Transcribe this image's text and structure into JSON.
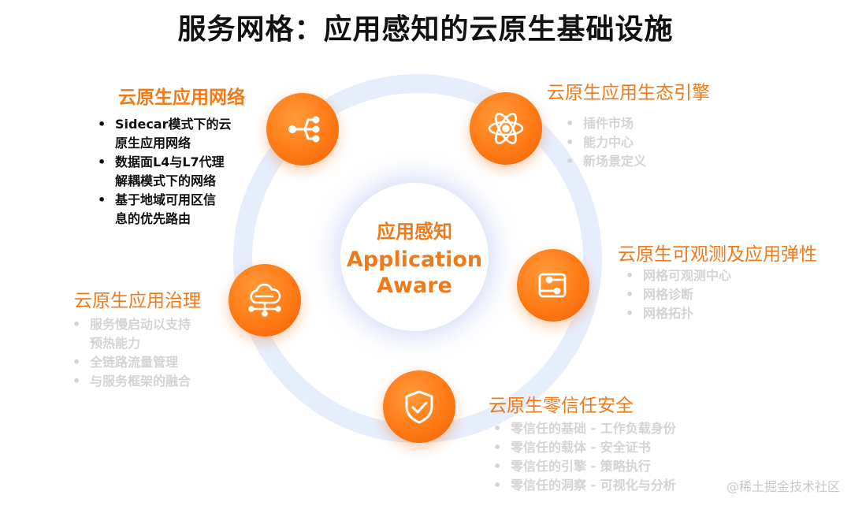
{
  "title": "服务网格：应用感知的云原生基础设施",
  "center": {
    "cn": "应用感知",
    "en_line1": "Application",
    "en_line2": "Aware"
  },
  "sections": {
    "network": {
      "heading": "云原生应用网络",
      "icon": "share-nodes-icon",
      "items": [
        [
          "Sidecar模式下的云",
          "原生应用网络"
        ],
        [
          "数据面L4与L7代理",
          "解耦模式下的网络"
        ],
        [
          "基于地域可用区信",
          "息的优先路由"
        ]
      ]
    },
    "ecosystem": {
      "heading": "云原生应用生态引擎",
      "icon": "atom-icon",
      "items": [
        "插件市场",
        "能力中心",
        "新场景定义"
      ]
    },
    "observability": {
      "heading": "云原生可观测及应用弹性",
      "icon": "flow-nodes-icon",
      "items": [
        "网格可观测中心",
        "网格诊断",
        "网格拓扑"
      ]
    },
    "governance": {
      "heading": "云原生应用治理",
      "icon": "cloud-network-icon",
      "items": [
        [
          "服务慢启动以支持",
          "预热能力"
        ],
        [
          "全链路流量管理"
        ],
        [
          "与服务框架的融合"
        ]
      ]
    },
    "security": {
      "heading": "云原生零信任安全",
      "icon": "shield-check-icon",
      "items": [
        "零信任的基础 - 工作负载身份",
        "零信任的载体 - 安全证书",
        "零信任的引擎 - 策略执行",
        "零信任的洞察 - 可视化与分析"
      ]
    }
  },
  "watermark": "@稀土掘金技术社区",
  "colors": {
    "accent": "#f07a1a",
    "ring": "#e6edfb"
  }
}
